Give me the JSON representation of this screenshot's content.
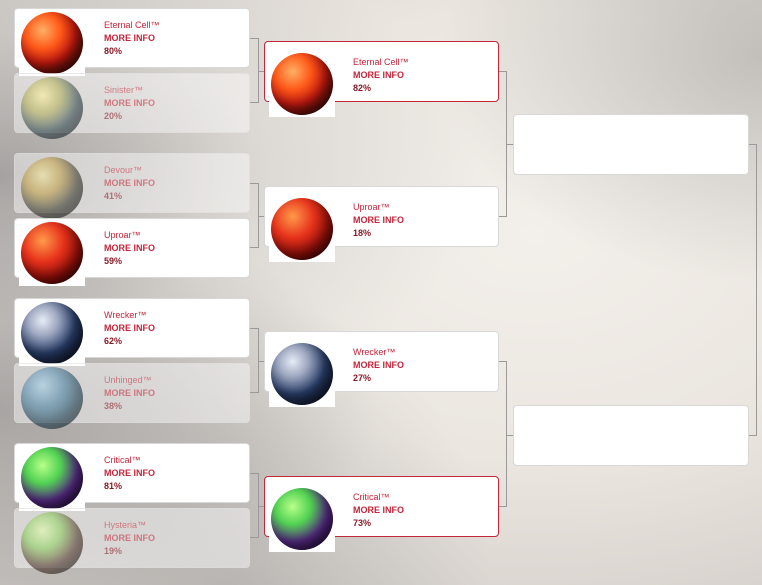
{
  "colors": {
    "accent": "#c4263a",
    "pct": "#8a1a28"
  },
  "round1": [
    {
      "name": "Eternal Cell™",
      "more": "MORE INFO",
      "pct": "80%",
      "ball": "radial-gradient(circle at 35% 30%, #ffb066 0%, #ff5a1a 30%, #c21a10 55%, #3a0a05 85%)"
    },
    {
      "name": "Sinister™",
      "more": "MORE INFO",
      "pct": "20%",
      "ball": "radial-gradient(circle at 35% 30%, #fff3a0 0%, #b5b25c 30%, #3f5a64 60%, #1b2a32 90%)"
    },
    {
      "name": "Devour™",
      "more": "MORE INFO",
      "pct": "41%",
      "ball": "radial-gradient(circle at 35% 30%, #f2e6a0 0%, #c2a24a 30%, #4a4a3a 60%, #161616 90%)"
    },
    {
      "name": "Uproar™",
      "more": "MORE INFO",
      "pct": "59%",
      "ball": "radial-gradient(circle at 35% 30%, #ff9a4a 0%, #e8341c 35%, #9a0f0a 65%, #2a0404 92%)"
    },
    {
      "name": "Wrecker™",
      "more": "MORE INFO",
      "pct": "62%",
      "ball": "radial-gradient(circle at 35% 30%, #e6ecf6 0%, #a0a9c2 25%, #2a3f6a 55%, #0b1024 90%)"
    },
    {
      "name": "Unhinged™",
      "more": "MORE INFO",
      "pct": "38%",
      "ball": "radial-gradient(circle at 35% 30%, #a8d2ea 0%, #4f86a6 35%, #22506a 65%, #0c2230 92%)"
    },
    {
      "name": "Critical™",
      "more": "MORE INFO",
      "pct": "81%",
      "ball": "radial-gradient(circle at 35% 30%, #b8ff8a 0%, #52d252 30%, #5a2c8a 60%, #1e0c34 92%)"
    },
    {
      "name": "Hysteria™",
      "more": "MORE INFO",
      "pct": "19%",
      "ball": "radial-gradient(circle at 35% 30%, #e6ffb0 0%, #8ed062 30%, #6a4a3a 60%, #22140e 92%)"
    }
  ],
  "round2": [
    {
      "name": "Eternal Cell™",
      "more": "MORE INFO",
      "pct": "82%",
      "ball": "radial-gradient(circle at 35% 30%, #ffb066 0%, #ff5a1a 30%, #c21a10 55%, #3a0a05 85%)"
    },
    {
      "name": "Uproar™",
      "more": "MORE INFO",
      "pct": "18%",
      "ball": "radial-gradient(circle at 35% 30%, #ff9a4a 0%, #e8341c 35%, #9a0f0a 65%, #2a0404 92%)"
    },
    {
      "name": "Wrecker™",
      "more": "MORE INFO",
      "pct": "27%",
      "ball": "radial-gradient(circle at 35% 30%, #e6ecf6 0%, #a0a9c2 25%, #2a3f6a 55%, #0b1024 90%)"
    },
    {
      "name": "Critical™",
      "more": "MORE INFO",
      "pct": "73%",
      "ball": "radial-gradient(circle at 35% 30%, #b8ff8a 0%, #52d252 30%, #5a2c8a 60%, #1e0c34 92%)"
    }
  ],
  "round3": [
    {
      "empty": true
    },
    {
      "empty": true
    }
  ]
}
